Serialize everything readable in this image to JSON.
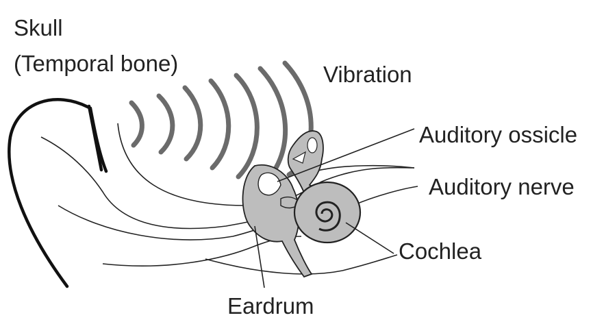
{
  "labels": {
    "skull": "Skull",
    "temporal_bone": "(Temporal bone)",
    "vibration": "Vibration",
    "auditory_ossicle": "Auditory ossicle",
    "auditory_nerve": "Auditory nerve",
    "cochlea": "Cochlea",
    "eardrum": "Eardrum"
  },
  "colors": {
    "outline": "#1a1a1a",
    "structure_fill": "#bdbdbd",
    "waves": "#6b6b6b",
    "background": "#ffffff"
  }
}
